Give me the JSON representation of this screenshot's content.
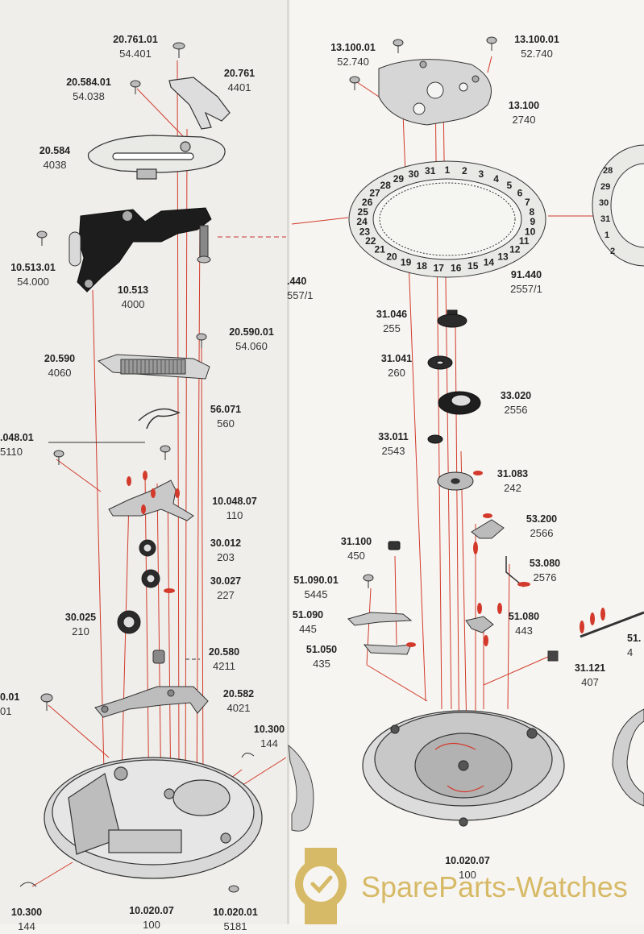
{
  "labels": {
    "l20761_01": {
      "a": "20.761.01",
      "b": "54.401"
    },
    "l20584_01": {
      "a": "20.584.01",
      "b": "54.038"
    },
    "l20761": {
      "a": "20.761",
      "b": "4401"
    },
    "l20584": {
      "a": "20.584",
      "b": "4038"
    },
    "l10513_01": {
      "a": "10.513.01",
      "b": "54.000"
    },
    "l10513": {
      "a": "10.513",
      "b": "4000"
    },
    "l20590_01": {
      "a": "20.590.01",
      "b": "54.060"
    },
    "l20590": {
      "a": "20.590",
      "b": "4060"
    },
    "l56071": {
      "a": "56.071",
      "b": "560"
    },
    "l048_01": {
      "a": ".048.01",
      "b": "5110"
    },
    "l10048_07": {
      "a": "10.048.07",
      "b": "110"
    },
    "l30012": {
      "a": "30.012",
      "b": "203"
    },
    "l30027": {
      "a": "30.027",
      "b": "227"
    },
    "l30025": {
      "a": "30.025",
      "b": "210"
    },
    "l20580": {
      "a": "20.580",
      "b": "4211"
    },
    "l20582": {
      "a": "20.582",
      "b": "4021"
    },
    "l0_01": {
      "a": "0.01",
      "b": "01"
    },
    "l10300a": {
      "a": "10.300",
      "b": "144"
    },
    "l10300b": {
      "a": "10.300",
      "b": "144"
    },
    "l10020_07a": {
      "a": "10.020.07",
      "b": "100"
    },
    "l10020_01": {
      "a": "10.020.01",
      "b": "5181"
    },
    "l440": {
      "a": ".440",
      "b": "557/1"
    },
    "l13100_01a": {
      "a": "13.100.01",
      "b": "52.740"
    },
    "l13100_01b": {
      "a": "13.100.01",
      "b": "52.740"
    },
    "l13100": {
      "a": "13.100",
      "b": "2740"
    },
    "l91440": {
      "a": "91.440",
      "b": "2557/1"
    },
    "l31046": {
      "a": "31.046",
      "b": "255"
    },
    "l31041": {
      "a": "31.041",
      "b": "260"
    },
    "l33020": {
      "a": "33.020",
      "b": "2556"
    },
    "l33011": {
      "a": "33.011",
      "b": "2543"
    },
    "l31083": {
      "a": "31.083",
      "b": "242"
    },
    "l53200": {
      "a": "53.200",
      "b": "2566"
    },
    "l31100": {
      "a": "31.100",
      "b": "450"
    },
    "l53080": {
      "a": "53.080",
      "b": "2576"
    },
    "l51090_01": {
      "a": "51.090.01",
      "b": "5445"
    },
    "l51090": {
      "a": "51.090",
      "b": "445"
    },
    "l51080": {
      "a": "51.080",
      "b": "443"
    },
    "l51050": {
      "a": "51.050",
      "b": "435"
    },
    "l31121": {
      "a": "31.121",
      "b": "407"
    },
    "l51": {
      "a": "51.",
      "b": "4"
    },
    "l10020_07b": {
      "a": "10.020.07",
      "b": "100"
    }
  },
  "date_ring_numbers": [
    "1",
    "2",
    "3",
    "4",
    "5",
    "6",
    "7",
    "8",
    "9",
    "10",
    "11",
    "12",
    "13",
    "14",
    "15",
    "16",
    "17",
    "18",
    "19",
    "20",
    "21",
    "22",
    "23",
    "24",
    "25",
    "26",
    "27",
    "28",
    "29",
    "30",
    "31"
  ],
  "brand": {
    "name": "SpareParts-Watches"
  },
  "colors": {
    "red_line": "#d33a2c",
    "part_dark": "#1c1c1c",
    "brand_gold": "#d7ba67"
  }
}
